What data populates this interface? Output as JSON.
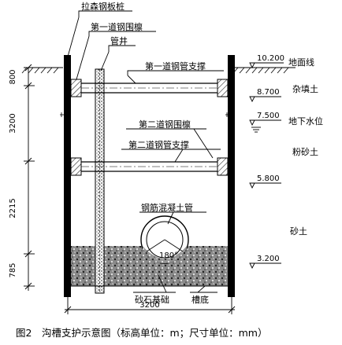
{
  "labels": {
    "sheet_pile": "拉森钢板桩",
    "waler_1": "第一道钢围檩",
    "well": "管井",
    "strut_1": "第一道钢管支撑",
    "waler_2": "第二道钢围檩",
    "strut_2": "第二道钢管支撑",
    "rc_pipe": "钢筋混凝土管",
    "angle": "180°",
    "gravel_base": "砂石基础",
    "trench_bottom": "槽底"
  },
  "elevations": [
    {
      "value": "10.200",
      "note": "地面线"
    },
    {
      "value": "8.700",
      "note": "杂填土"
    },
    {
      "value": "7.500",
      "note": "地下水位"
    },
    {
      "value": "",
      "note": "粉砂土"
    },
    {
      "value": "5.800",
      "note": ""
    },
    {
      "value": "",
      "note": "砂土"
    },
    {
      "value": "3.200",
      "note": ""
    }
  ],
  "dims_left": [
    "800",
    "3200",
    "2215",
    "785"
  ],
  "dim_bottom": "3200",
  "caption": "图2　沟槽支护示意图（标高单位：m；尺寸单位：mm）"
}
